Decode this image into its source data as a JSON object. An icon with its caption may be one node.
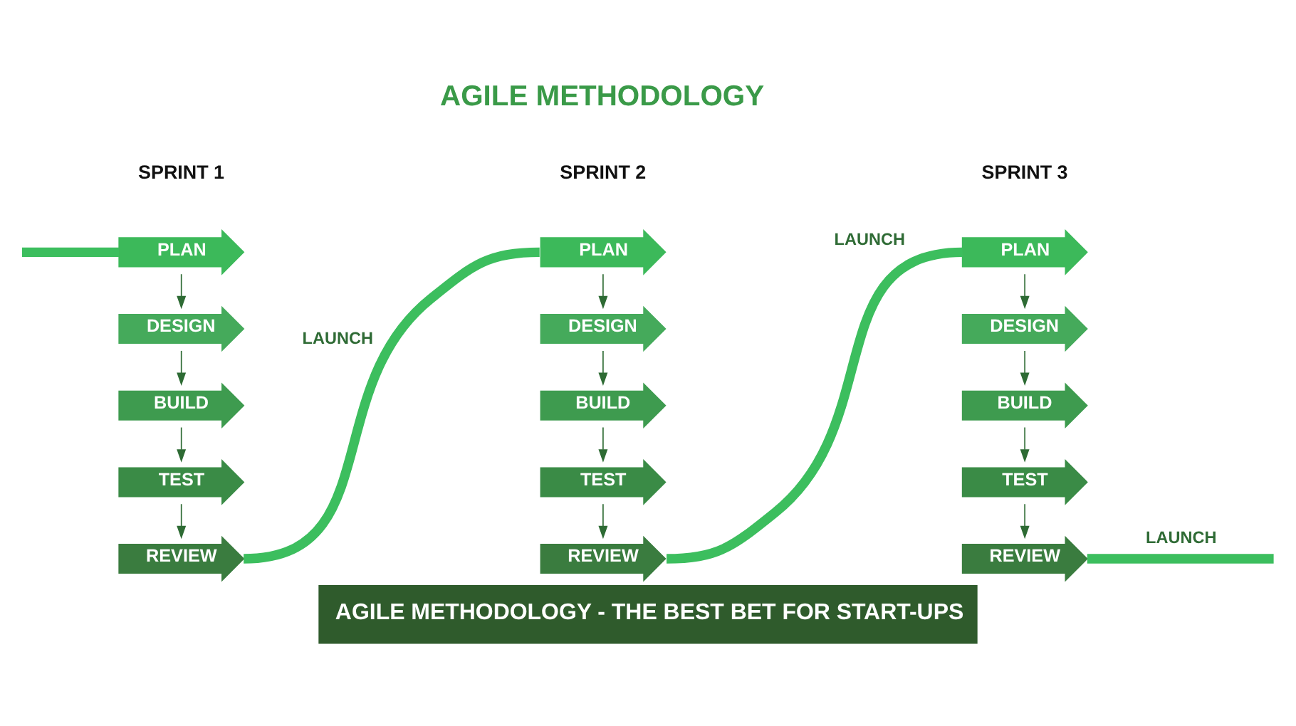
{
  "diagram": {
    "title": "AGILE METHODOLOGY",
    "caption": "AGILE METHODOLOGY - THE BEST BET FOR START-UPS",
    "nodes": [
      {
        "text": [
          "PLAN"
        ]
      },
      {
        "text": [
          "DESIGN"
        ]
      },
      {
        "text": [
          "BUILD"
        ]
      },
      {
        "text": [
          "TEST"
        ]
      },
      {
        "text": [
          "REVIEW"
        ]
      },
      {
        "text": [
          "PLAN"
        ]
      },
      {
        "text": [
          "DESIGN"
        ]
      },
      {
        "text": [
          "BUILD"
        ]
      },
      {
        "text": [
          "TEST"
        ]
      },
      {
        "text": [
          "REVIEW"
        ]
      },
      {
        "text": [
          "PLAN"
        ]
      },
      {
        "text": [
          "DESIGN"
        ]
      },
      {
        "text": [
          "BUILD"
        ]
      },
      {
        "text": [
          "TEST"
        ]
      },
      {
        "text": [
          "REVIEW"
        ]
      }
    ],
    "edges": [
      {
        "from": null,
        "to": 0,
        "arrow": "none",
        "style": "thick",
        "color": "#3cbe5e"
      },
      {
        "from": 0,
        "to": 1,
        "arrow": "to"
      },
      {
        "from": 1,
        "to": 2,
        "arrow": "to"
      },
      {
        "from": 2,
        "to": 3,
        "arrow": "to"
      },
      {
        "from": 3,
        "to": 4,
        "arrow": "to"
      },
      {
        "from": 4,
        "to": 5,
        "arrow": "none",
        "label": "LAUNCH",
        "style": "thick",
        "color": "#3cbe5e"
      },
      {
        "from": 5,
        "to": 6,
        "arrow": "to"
      },
      {
        "from": 6,
        "to": 7,
        "arrow": "to"
      },
      {
        "from": 7,
        "to": 8,
        "arrow": "to"
      },
      {
        "from": 8,
        "to": 9,
        "arrow": "to"
      },
      {
        "from": 9,
        "to": 10,
        "arrow": "none",
        "label": "LAUNCH",
        "style": "thick",
        "color": "#3cbe5e"
      },
      {
        "from": 10,
        "to": 11,
        "arrow": "to"
      },
      {
        "from": 11,
        "to": 12,
        "arrow": "to"
      },
      {
        "from": 12,
        "to": 13,
        "arrow": "to"
      },
      {
        "from": 13,
        "to": 14,
        "arrow": "to"
      },
      {
        "from": 14,
        "to": null,
        "arrow": "none",
        "label": "LAUNCH",
        "style": "thick",
        "color": "#3cbe5e"
      }
    ],
    "labels": [
      "SPRINT 1",
      "SPRINT 2",
      "SPRINT 3"
    ]
  }
}
